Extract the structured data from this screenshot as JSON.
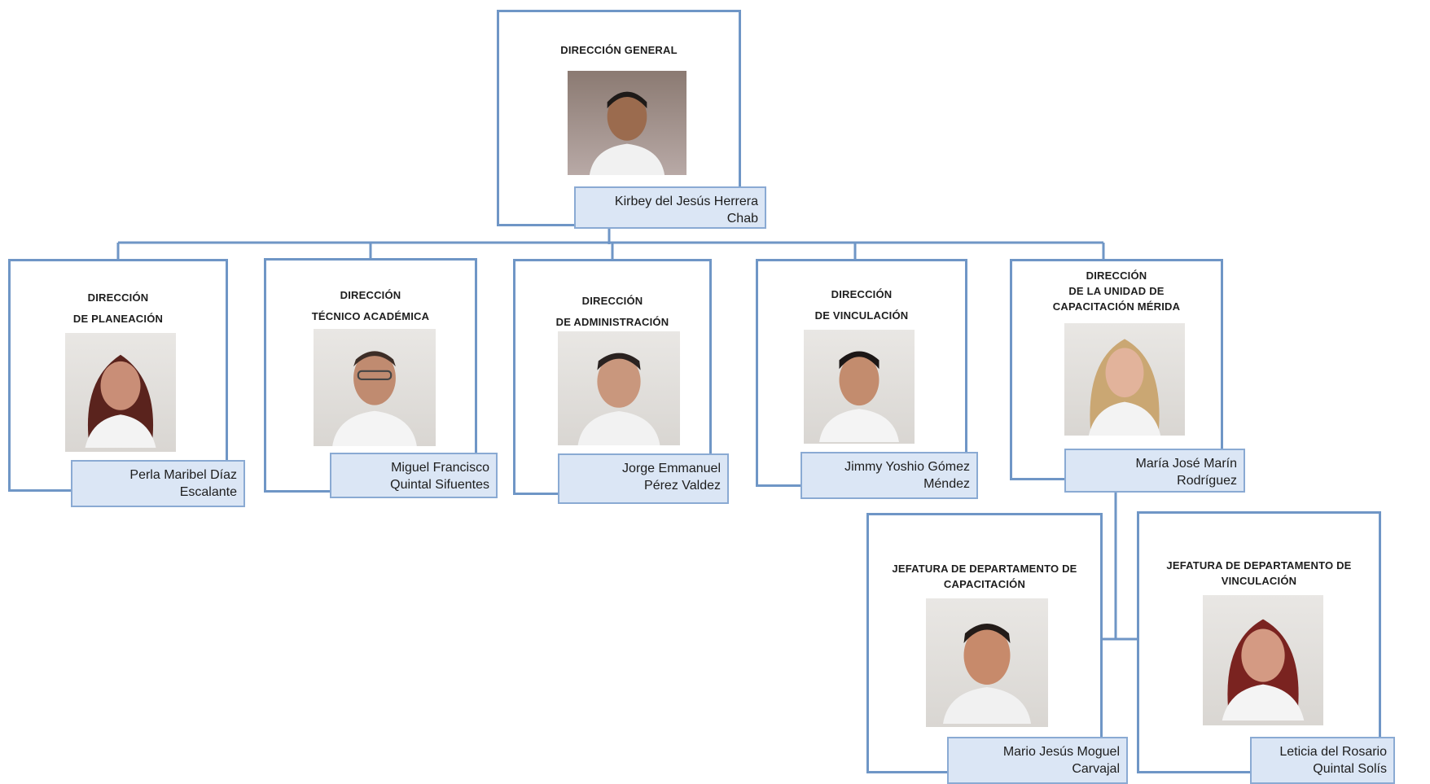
{
  "org_chart": {
    "colors": {
      "border": "#6f96c6",
      "label_bg": "#dbe6f5",
      "line": "#6f96c6"
    },
    "general": {
      "title": "DIRECCIÓN GENERAL",
      "name": "Kirbey del Jesús Herrera\nChab"
    },
    "planeacion": {
      "title": "DIRECCIÓN\nDE PLANEACIÓN",
      "name": "Perla Maribel Díaz\nEscalante"
    },
    "tecnico": {
      "title": "DIRECCIÓN\nTÉCNICO ACADÉMICA",
      "name": "Miguel Francisco\nQuintal Sifuentes"
    },
    "administracion": {
      "title": "DIRECCIÓN\nDE ADMINISTRACIÓN",
      "name": "Jorge Emmanuel\nPérez Valdez"
    },
    "vinculacion": {
      "title": "DIRECCIÓN\nDE VINCULACIÓN",
      "name": "Jimmy Yoshio Gómez\nMéndez"
    },
    "unidad_merida": {
      "title": "DIRECCIÓN\nDE LA UNIDAD DE\nCAPACITACIÓN MÉRIDA",
      "name": "María José Marín\nRodríguez"
    },
    "jefatura_capacitacion": {
      "title": "JEFATURA DE DEPARTAMENTO DE\nCAPACITACIÓN",
      "name": "Mario Jesús Moguel\nCarvajal"
    },
    "jefatura_vinculacion": {
      "title": "JEFATURA DE DEPARTAMENTO DE\nVINCULACIÓN",
      "name": "Leticia del Rosario\nQuintal Solís"
    }
  }
}
